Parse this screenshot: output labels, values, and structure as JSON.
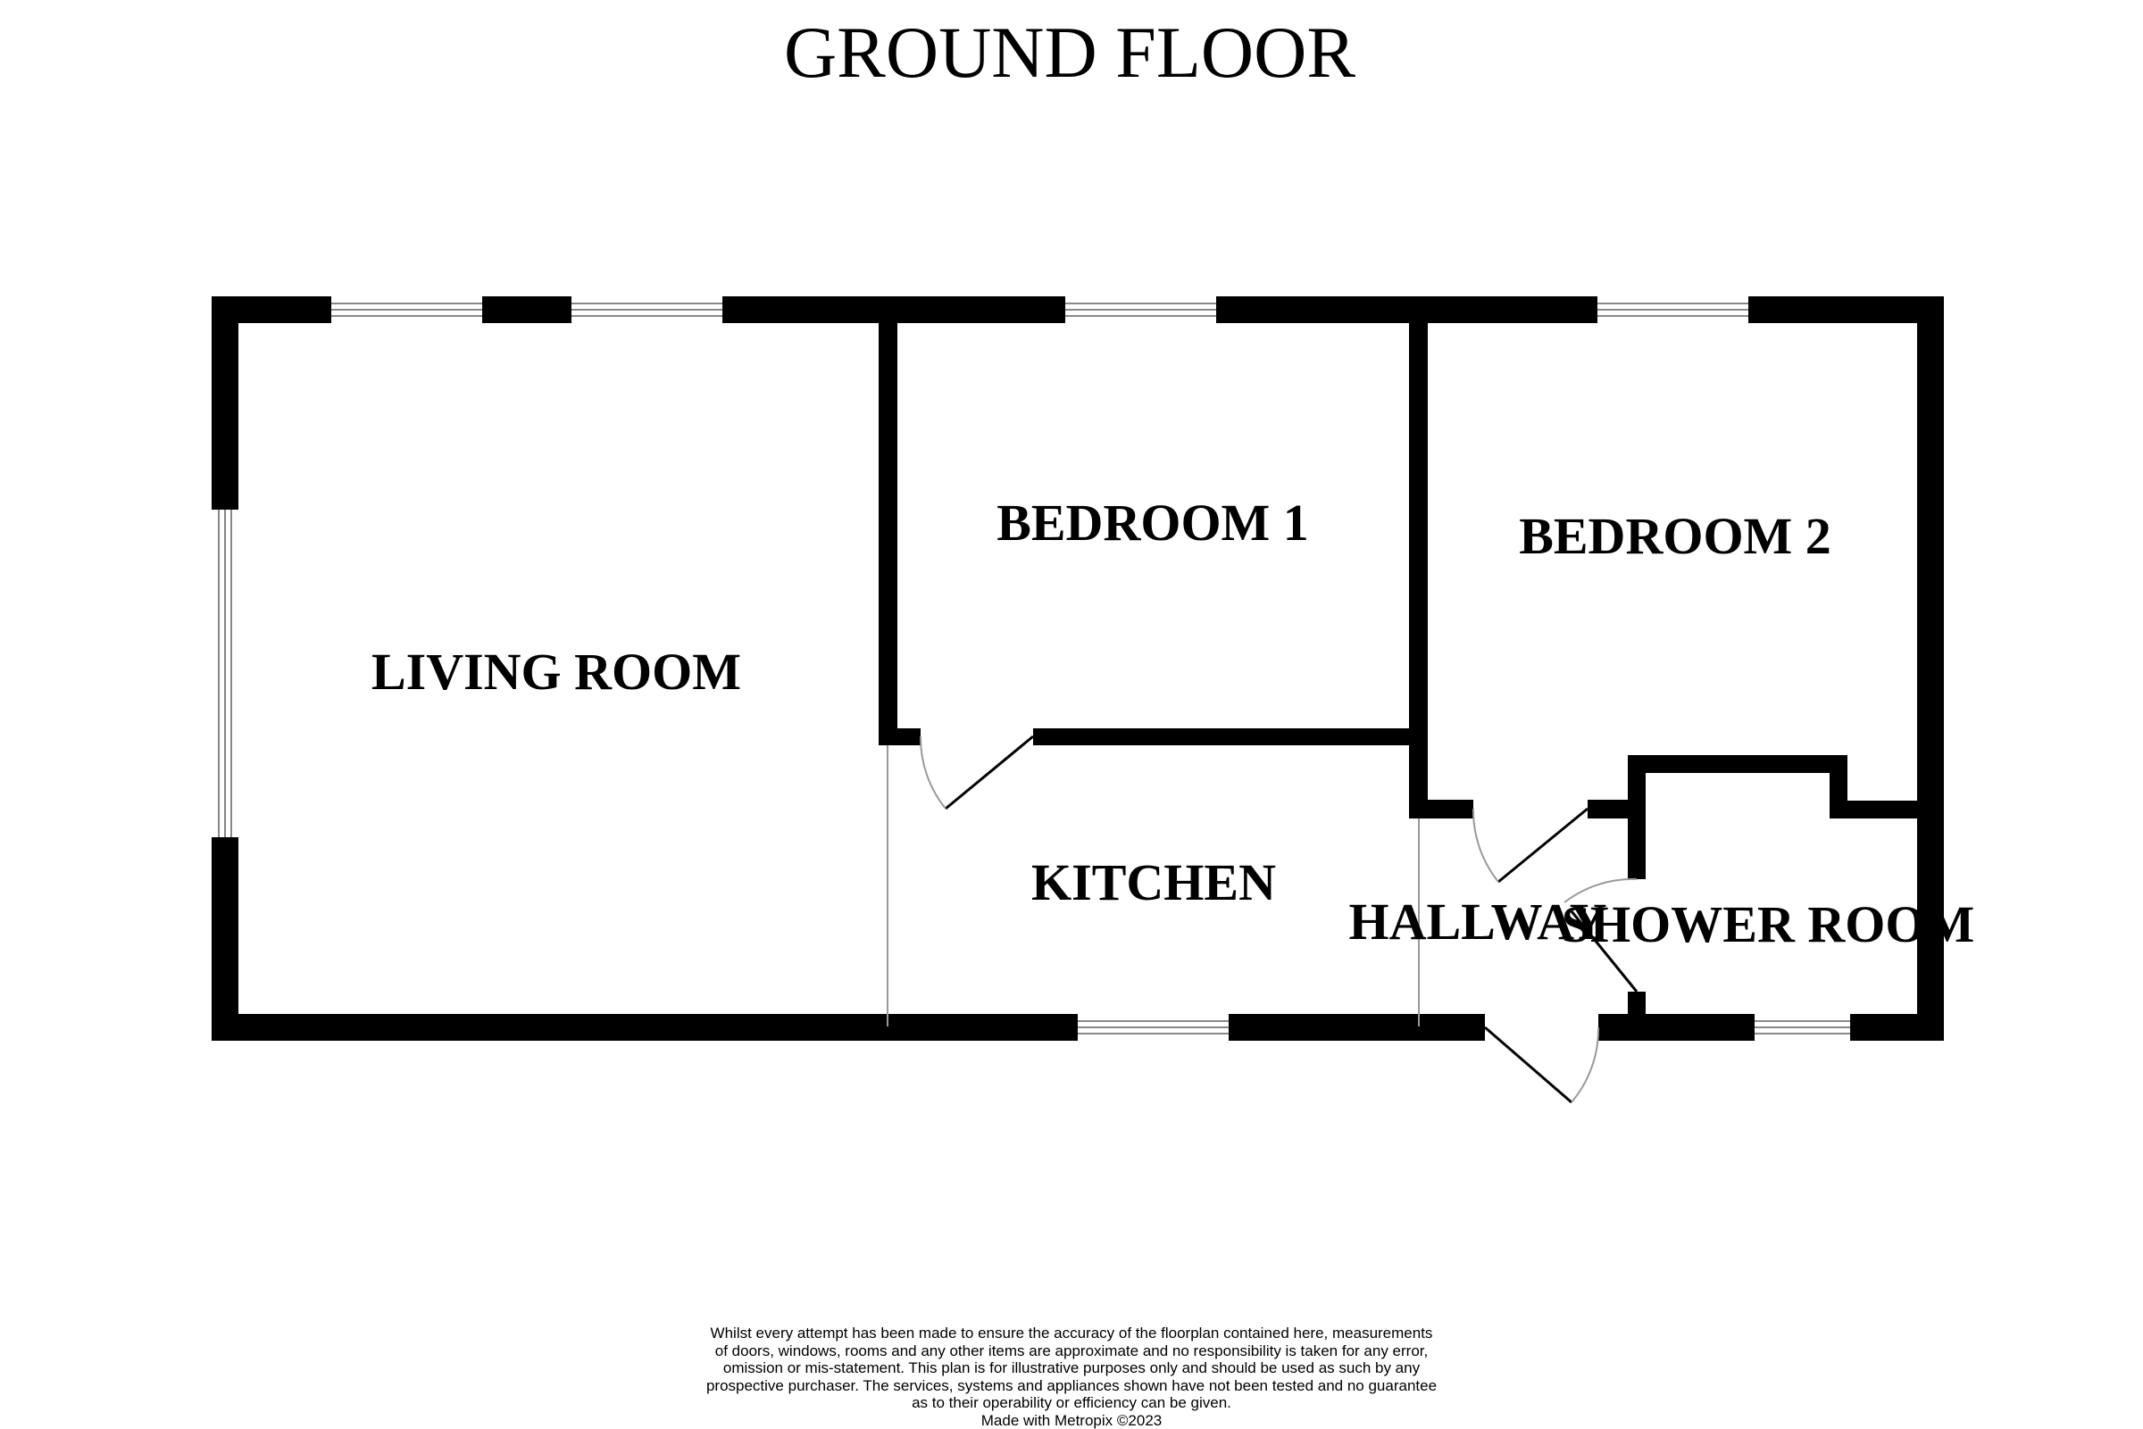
{
  "title": "GROUND FLOOR",
  "rooms": {
    "living_room": "LIVING ROOM",
    "bedroom_1": "BEDROOM 1",
    "bedroom_2": "BEDROOM 2",
    "kitchen": "KITCHEN",
    "hallway": "HALLWAY",
    "shower_room": "SHOWER ROOM"
  },
  "disclaimer": {
    "lines": [
      "Whilst every attempt has been made to ensure the accuracy of the floorplan contained here, measurements",
      "of doors, windows, rooms and any other items are approximate and no responsibility is taken for any error,",
      "omission or mis-statement. This plan is for illustrative purposes only and should be used as such by any",
      "prospective purchaser. The services, systems and appliances shown have not been tested and no guarantee",
      "as to their operability or efficiency can be given."
    ],
    "credit": "Made with Metropix ©2023"
  }
}
